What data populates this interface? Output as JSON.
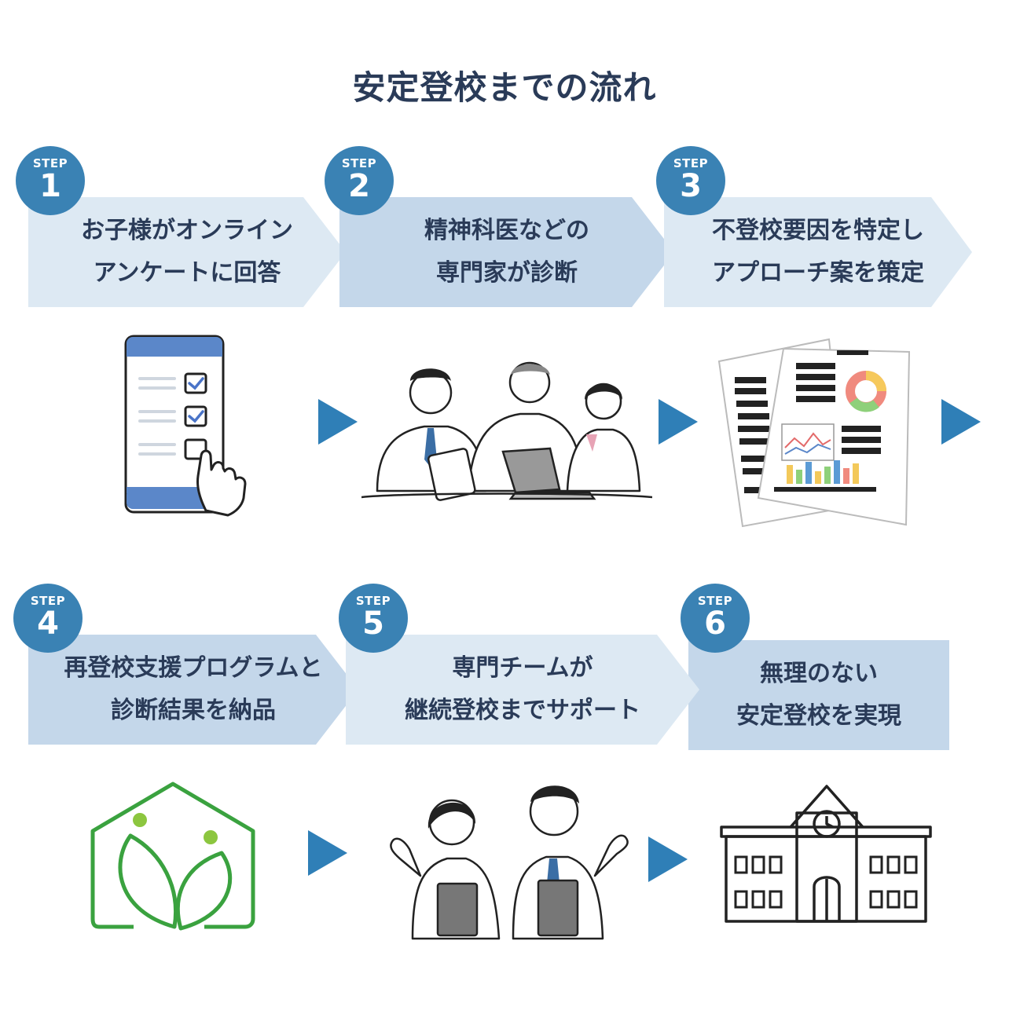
{
  "title": "安定登校までの流れ",
  "step_label": "STEP",
  "steps": [
    {
      "number": "1",
      "text": "お子様がオンライン\nアンケートに回答",
      "icon": "smartphone-checklist-icon"
    },
    {
      "number": "2",
      "text": "精神科医などの\n専門家が診断",
      "icon": "doctors-meeting-icon"
    },
    {
      "number": "3",
      "text": "不登校要因を特定し\nアプローチ案を策定",
      "icon": "report-documents-icon"
    },
    {
      "number": "4",
      "text": "再登校支援プログラムと\n診断結果を納品",
      "icon": "green-house-leaf-logo-icon"
    },
    {
      "number": "5",
      "text": "専門チームが\n継続登校までサポート",
      "icon": "support-team-doctors-icon"
    },
    {
      "number": "6",
      "text": "無理のない\n安定登校を実現",
      "icon": "school-building-icon"
    }
  ],
  "colors": {
    "light_band": "#dde9f3",
    "dark_band": "#c4d7ea",
    "badge": "#3a82b4",
    "arrow": "#2f7fb7",
    "title": "#2a3b58",
    "logo_green": "#3aa23f"
  }
}
